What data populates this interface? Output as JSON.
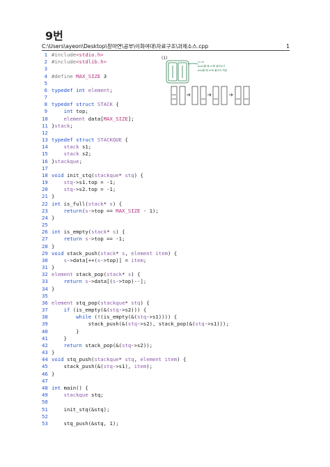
{
  "heading": "9번",
  "file_path": "C:\\Users\\ayeon\\Desktop\\창마연\\공부\\이화여대\\자료구조\\과제소스.cpp",
  "page_number": "1",
  "sketch": {
    "label": "(1)",
    "notes": [
      "s1 s2",
      "push할 때 s1에 쌓아두고",
      "pop할 때 s2로 옮겨서 꺼냄"
    ]
  },
  "lines": [
    {
      "n": "1",
      "parts": [
        [
          "pp",
          "#include"
        ],
        [
          "st",
          "<stdio.h>"
        ]
      ]
    },
    {
      "n": "2",
      "parts": [
        [
          "pp",
          "#include"
        ],
        [
          "st",
          "<stdlib.h>"
        ]
      ]
    },
    {
      "n": "3",
      "parts": []
    },
    {
      "n": "4",
      "parts": [
        [
          "pp",
          "#define "
        ],
        [
          "mc",
          "MAX_SIZE"
        ],
        [
          "txt",
          " 3"
        ]
      ]
    },
    {
      "n": "5",
      "parts": []
    },
    {
      "n": "6",
      "parts": [
        [
          "kw",
          "typedef int "
        ],
        [
          "ty",
          "element"
        ],
        [
          "txt",
          ";"
        ]
      ]
    },
    {
      "n": "7",
      "parts": []
    },
    {
      "n": "8",
      "parts": [
        [
          "kw",
          "typedef struct "
        ],
        [
          "ty",
          "STACK"
        ],
        [
          "txt",
          " {"
        ]
      ]
    },
    {
      "n": "9",
      "parts": [
        [
          "txt",
          "    "
        ],
        [
          "kw",
          "int"
        ],
        [
          "txt",
          " top;"
        ]
      ]
    },
    {
      "n": "10",
      "parts": [
        [
          "txt",
          "    "
        ],
        [
          "ty",
          "element"
        ],
        [
          "txt",
          " data["
        ],
        [
          "mc",
          "MAX_SIZE"
        ],
        [
          "txt",
          "];"
        ]
      ]
    },
    {
      "n": "11",
      "parts": [
        [
          "txt",
          "}"
        ],
        [
          "ty",
          "stack"
        ],
        [
          "txt",
          ";"
        ]
      ]
    },
    {
      "n": "12",
      "parts": []
    },
    {
      "n": "13",
      "parts": [
        [
          "kw",
          "typedef struct "
        ],
        [
          "ty",
          "STACKQUE"
        ],
        [
          "txt",
          " {"
        ]
      ]
    },
    {
      "n": "14",
      "parts": [
        [
          "txt",
          "    "
        ],
        [
          "ty",
          "stack"
        ],
        [
          "txt",
          " s1;"
        ]
      ]
    },
    {
      "n": "15",
      "parts": [
        [
          "txt",
          "    "
        ],
        [
          "ty",
          "stack"
        ],
        [
          "txt",
          " s2;"
        ]
      ]
    },
    {
      "n": "16",
      "parts": [
        [
          "txt",
          "}"
        ],
        [
          "ty",
          "stackque"
        ],
        [
          "txt",
          ";"
        ]
      ]
    },
    {
      "n": "17",
      "parts": []
    },
    {
      "n": "18",
      "parts": [
        [
          "kw",
          "void"
        ],
        [
          "txt",
          " init_stq("
        ],
        [
          "ty",
          "stackque"
        ],
        [
          "txt",
          "* "
        ],
        [
          "ty",
          "stq"
        ],
        [
          "txt",
          ") {"
        ]
      ]
    },
    {
      "n": "19",
      "parts": [
        [
          "txt",
          "    "
        ],
        [
          "ty",
          "stq"
        ],
        [
          "txt",
          "->s1.top = -1;"
        ]
      ]
    },
    {
      "n": "20",
      "parts": [
        [
          "txt",
          "    "
        ],
        [
          "ty",
          "stq"
        ],
        [
          "txt",
          "->s2.top = -1;"
        ]
      ]
    },
    {
      "n": "21",
      "parts": [
        [
          "txt",
          "}"
        ]
      ]
    },
    {
      "n": "22",
      "parts": [
        [
          "kw",
          "int"
        ],
        [
          "txt",
          " is_full("
        ],
        [
          "ty",
          "stack"
        ],
        [
          "txt",
          "* "
        ],
        [
          "ty",
          "s"
        ],
        [
          "txt",
          ") {"
        ]
      ]
    },
    {
      "n": "23",
      "parts": [
        [
          "txt",
          "    "
        ],
        [
          "kw",
          "return"
        ],
        [
          "txt",
          "("
        ],
        [
          "ty",
          "s"
        ],
        [
          "txt",
          "->top == "
        ],
        [
          "mc",
          "MAX_SIZE"
        ],
        [
          "txt",
          " - 1);"
        ]
      ]
    },
    {
      "n": "24",
      "parts": [
        [
          "txt",
          "}"
        ]
      ]
    },
    {
      "n": "25",
      "parts": []
    },
    {
      "n": "26",
      "parts": [
        [
          "kw",
          "int"
        ],
        [
          "txt",
          " is_empty("
        ],
        [
          "ty",
          "stack"
        ],
        [
          "txt",
          "* "
        ],
        [
          "ty",
          "s"
        ],
        [
          "txt",
          ") {"
        ]
      ]
    },
    {
      "n": "27",
      "parts": [
        [
          "txt",
          "    "
        ],
        [
          "kw",
          "return"
        ],
        [
          "txt",
          " "
        ],
        [
          "ty",
          "s"
        ],
        [
          "txt",
          "->top == -1;"
        ]
      ]
    },
    {
      "n": "28",
      "parts": [
        [
          "txt",
          "}"
        ]
      ]
    },
    {
      "n": "29",
      "parts": [
        [
          "kw",
          "void"
        ],
        [
          "txt",
          " stack_push("
        ],
        [
          "ty",
          "stack"
        ],
        [
          "txt",
          "* "
        ],
        [
          "ty",
          "s"
        ],
        [
          "txt",
          ", "
        ],
        [
          "ty",
          "element item"
        ],
        [
          "txt",
          ") {"
        ]
      ]
    },
    {
      "n": "30",
      "parts": [
        [
          "txt",
          "    "
        ],
        [
          "ty",
          "s"
        ],
        [
          "txt",
          "->data[++("
        ],
        [
          "ty",
          "s"
        ],
        [
          "txt",
          "->top)] = "
        ],
        [
          "ty",
          "item"
        ],
        [
          "txt",
          ";"
        ]
      ]
    },
    {
      "n": "31",
      "parts": [
        [
          "txt",
          "}"
        ]
      ]
    },
    {
      "n": "32",
      "parts": [
        [
          "ty",
          "element"
        ],
        [
          "txt",
          " stack_pop("
        ],
        [
          "ty",
          "stack"
        ],
        [
          "txt",
          "* "
        ],
        [
          "ty",
          "s"
        ],
        [
          "txt",
          ") {"
        ]
      ]
    },
    {
      "n": "33",
      "parts": [
        [
          "txt",
          "    "
        ],
        [
          "kw",
          "return"
        ],
        [
          "txt",
          " "
        ],
        [
          "ty",
          "s"
        ],
        [
          "txt",
          "->data[("
        ],
        [
          "ty",
          "s"
        ],
        [
          "txt",
          "->top)--];"
        ]
      ]
    },
    {
      "n": "34",
      "parts": [
        [
          "txt",
          "}"
        ]
      ]
    },
    {
      "n": "35",
      "parts": []
    },
    {
      "n": "36",
      "parts": [
        [
          "ty",
          "element"
        ],
        [
          "txt",
          " stq_pop("
        ],
        [
          "ty",
          "stackque"
        ],
        [
          "txt",
          "* "
        ],
        [
          "ty",
          "stq"
        ],
        [
          "txt",
          ") {"
        ]
      ]
    },
    {
      "n": "37",
      "parts": [
        [
          "txt",
          "    "
        ],
        [
          "kw",
          "if"
        ],
        [
          "txt",
          " (is_empty(&("
        ],
        [
          "ty",
          "stq"
        ],
        [
          "txt",
          "->s2))) {"
        ]
      ]
    },
    {
      "n": "38",
      "parts": [
        [
          "txt",
          "        "
        ],
        [
          "kw",
          "while"
        ],
        [
          "txt",
          " (!(is_empty(&("
        ],
        [
          "ty",
          "stq"
        ],
        [
          "txt",
          "->s1)))) {"
        ]
      ]
    },
    {
      "n": "39",
      "parts": [
        [
          "txt",
          "            stack_push(&("
        ],
        [
          "ty",
          "stq"
        ],
        [
          "txt",
          "->s2), stack_pop(&("
        ],
        [
          "ty",
          "stq"
        ],
        [
          "txt",
          "->s1)));"
        ]
      ]
    },
    {
      "n": "40",
      "parts": [
        [
          "txt",
          "        }"
        ]
      ]
    },
    {
      "n": "41",
      "parts": [
        [
          "txt",
          "    }"
        ]
      ]
    },
    {
      "n": "42",
      "parts": [
        [
          "txt",
          "    "
        ],
        [
          "kw",
          "return"
        ],
        [
          "txt",
          " stack_pop(&("
        ],
        [
          "ty",
          "stq"
        ],
        [
          "txt",
          "->s2));"
        ]
      ]
    },
    {
      "n": "43",
      "parts": [
        [
          "txt",
          "}"
        ]
      ]
    },
    {
      "n": "44",
      "parts": [
        [
          "kw",
          "void"
        ],
        [
          "txt",
          " stq_push("
        ],
        [
          "ty",
          "stackque"
        ],
        [
          "txt",
          "* "
        ],
        [
          "ty",
          "stq"
        ],
        [
          "txt",
          ", "
        ],
        [
          "ty",
          "element item"
        ],
        [
          "txt",
          ") {"
        ]
      ]
    },
    {
      "n": "45",
      "parts": [
        [
          "txt",
          "    stack_push(&("
        ],
        [
          "ty",
          "stq"
        ],
        [
          "txt",
          "->s1), "
        ],
        [
          "ty",
          "item"
        ],
        [
          "txt",
          ");"
        ]
      ]
    },
    {
      "n": "46",
      "parts": [
        [
          "txt",
          "}"
        ]
      ]
    },
    {
      "n": "47",
      "parts": []
    },
    {
      "n": "48",
      "parts": [
        [
          "kw",
          "int"
        ],
        [
          "txt",
          " main() {"
        ]
      ]
    },
    {
      "n": "49",
      "parts": [
        [
          "txt",
          "    "
        ],
        [
          "ty",
          "stackque"
        ],
        [
          "txt",
          " stq;"
        ]
      ]
    },
    {
      "n": "50",
      "parts": []
    },
    {
      "n": "51",
      "parts": [
        [
          "txt",
          "    init_stq(&stq);"
        ]
      ]
    },
    {
      "n": "52",
      "parts": []
    },
    {
      "n": "53",
      "parts": [
        [
          "txt",
          "    stq_push(&stq, 1);"
        ]
      ]
    }
  ]
}
